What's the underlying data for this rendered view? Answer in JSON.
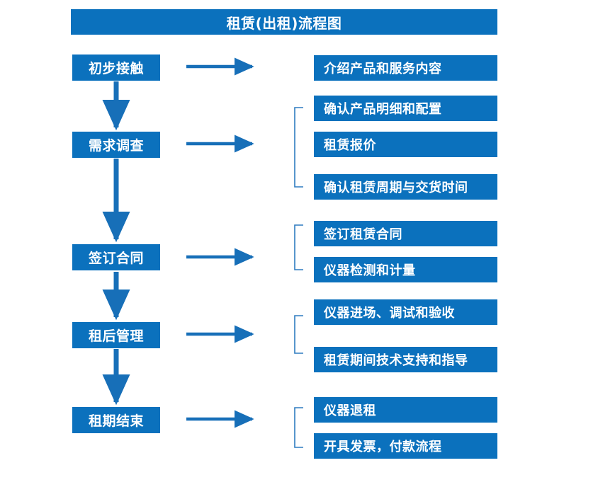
{
  "diagram": {
    "title": "租赁(出租)流程图",
    "accent_color": "#0B71BD",
    "text_color": "#FFFFFF",
    "background_color": "#FFFFFF",
    "type": "flowchart",
    "stages": [
      {
        "id": "stage-1",
        "label": "初步接触",
        "details": [
          "介绍产品和服务内容"
        ],
        "has_bracket": false,
        "arrow_to_next": true
      },
      {
        "id": "stage-2",
        "label": "需求调查",
        "details": [
          "确认产品明细和配置",
          "租赁报价",
          "确认租赁周期与交货时间"
        ],
        "has_bracket": true,
        "arrow_to_next": true
      },
      {
        "id": "stage-3",
        "label": "签订合同",
        "details": [
          "签订租赁合同",
          "仪器检测和计量"
        ],
        "has_bracket": true,
        "arrow_to_next": true
      },
      {
        "id": "stage-4",
        "label": "租后管理",
        "details": [
          "仪器进场、调试和验收",
          "租赁期间技术支持和指导"
        ],
        "has_bracket": true,
        "arrow_to_next": true
      },
      {
        "id": "stage-5",
        "label": "租期结束",
        "details": [
          "仪器退租",
          "开具发票，付款流程"
        ],
        "has_bracket": true,
        "arrow_to_next": false
      }
    ]
  }
}
